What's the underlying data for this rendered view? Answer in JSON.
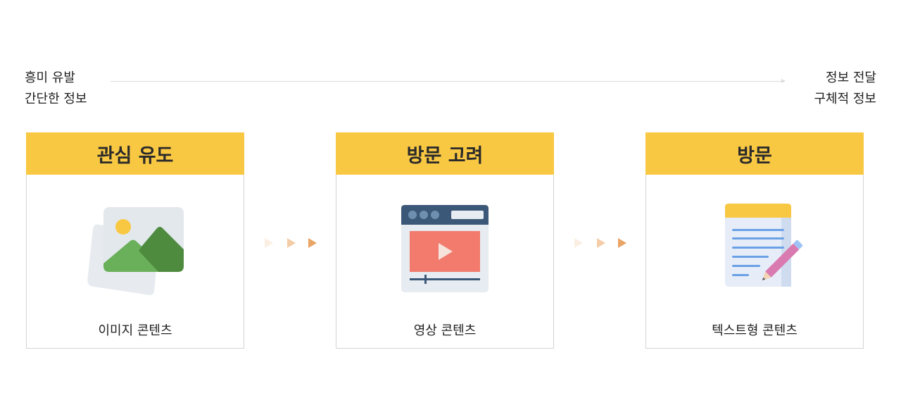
{
  "axis": {
    "left_line1": "흥미 유발",
    "left_line2": "간단한 정보",
    "right_line1": "정보 전달",
    "right_line2": "구체적 정보"
  },
  "stages": [
    {
      "title": "관심 유도",
      "caption": "이미지 콘텐츠",
      "icon": "image-icon"
    },
    {
      "title": "방문 고려",
      "caption": "영상 콘텐츠",
      "icon": "video-player-icon"
    },
    {
      "title": "방문",
      "caption": "텍스트형 콘텐츠",
      "icon": "notepad-pencil-icon"
    }
  ],
  "colors": {
    "header": "#f9c843",
    "arrow": "#e9a466"
  }
}
